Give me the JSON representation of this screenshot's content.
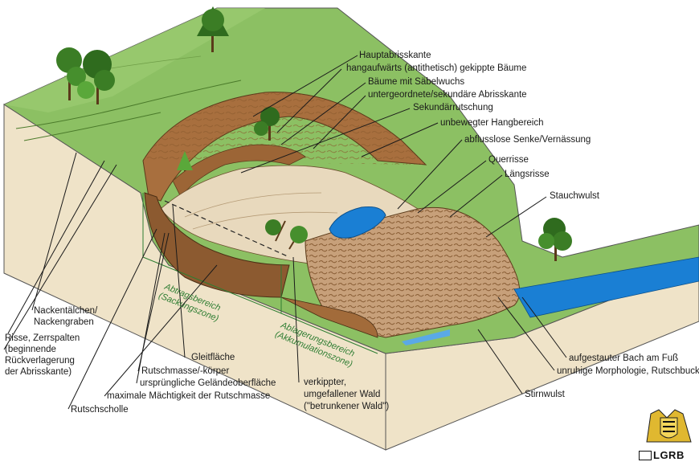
{
  "labels": {
    "hauptabrisskante": "Hauptabrisskante",
    "gekippte_baeume": "hangaufwärts (antithetisch) gekippte Bäume",
    "saebelwuchs": "Bäume mit Säbelwuchs",
    "untergeordnete_abrisskante": "untergeordnete/sekundäre Abrisskante",
    "sekundaerrutschung": "Sekundärrutschung",
    "unbewegter_hangbereich": "unbewegter Hangbereich",
    "abflusslose_senke": "abflusslose Senke/Vernässung",
    "querrisse": "Querrisse",
    "laengsrisse": "Längsrisse",
    "stauchwulst": "Stauchwulst",
    "nackentaelchen_1": "Nackentälchen/",
    "nackentaelchen_2": "Nackengraben",
    "risse_1": "Risse, Zerrspalten",
    "risse_2": "(beginnende",
    "risse_3": "Rückverlagerung",
    "risse_4": "der Abrisskante)",
    "gleitflaeche": "Gleitfläche",
    "rutschmasse": "Rutschmasse/-körper",
    "urspruengliche_gelaende": "ursprüngliche Geländeoberfläche",
    "max_maechtigkeit": "maximale Mächtigkeit der Rutschmasse",
    "rutschscholle": "Rutschscholle",
    "verkippter_1": "verkippter,",
    "verkippter_2": "umgefallener Wald",
    "verkippter_3": "(\"betrunkener Wald\")",
    "aufgestauter_bach": "aufgestauter Bach am Fuß",
    "unruhige_morphologie": "unruhige Morphologie, Rutschbuckel",
    "stirnwulst": "Stirnwulst"
  },
  "zones": {
    "abtrag_1": "Abtragsbereich",
    "abtrag_2": "(Sackungszone)",
    "ablagerung_1": "Ablagerungsbereich",
    "ablagerung_2": "(Akkumulationszone)"
  },
  "logo": {
    "text": "LGRB",
    "icon": "coat-of-arms-icon"
  },
  "colors": {
    "grass": "#8cc063",
    "grass_light": "#b5d88f",
    "soil_side": "#efe3c8",
    "scarp_brown": "#a86f3e",
    "slide_mass": "#c7a07a",
    "water": "#1a7fd4",
    "zone_green": "#2e7d32"
  }
}
